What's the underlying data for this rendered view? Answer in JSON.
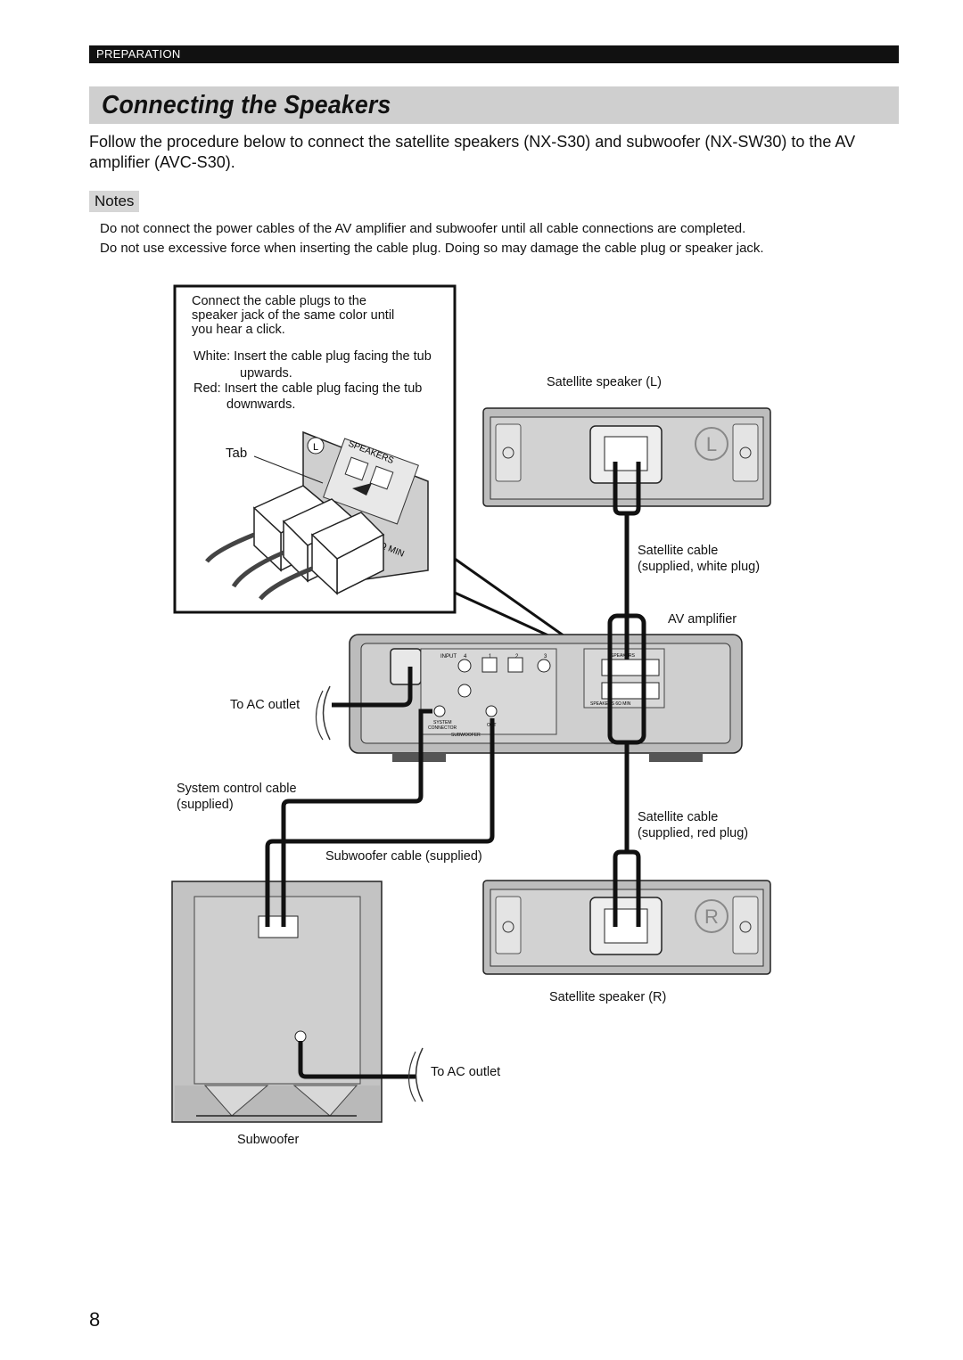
{
  "header": {
    "section": "PREPARATION",
    "title": "Connecting the Speakers"
  },
  "intro": "Follow the procedure below to connect the satellite speakers (NX-S30) and subwoofer (NX-SW30) to the AV amplifier (AVC-S30).",
  "notes": {
    "label": "Notes",
    "items": [
      "Do not connect the power cables of the AV amplifier and subwoofer until all cable connections are completed.",
      "Do not use excessive force when inserting the cable plug. Doing so may damage the cable plug or speaker jack."
    ]
  },
  "callout": {
    "line1": "Connect the cable plugs to the",
    "line2": "speaker jack of the same color until",
    "line3": "you hear a click.",
    "white_1": "White:  Insert the cable plug facing the tub",
    "white_2": "upwards.",
    "red_1": "Red:  Insert the cable plug facing the tub",
    "red_2": "downwards.",
    "tab_label": "Tab",
    "jack_label": "SPEAKERS",
    "jack_sub": "6Ω MIN"
  },
  "labels": {
    "sat_left": "Satellite speaker (L)",
    "sat_cable_white_1": "Satellite cable",
    "sat_cable_white_2": "(supplied, white plug)",
    "av_amp": "AV amplifier",
    "ac_outlet_1": "To AC outlet",
    "sys_cable_1": "System control cable",
    "sys_cable_2": "(supplied)",
    "sat_cable_red_1": "Satellite cable",
    "sat_cable_red_2": "(supplied, red plug)",
    "sub_cable": "Subwoofer cable (supplied)",
    "sat_right": "Satellite speaker (R)",
    "ac_outlet_2": "To AC outlet",
    "subwoofer": "Subwoofer"
  },
  "panel": {
    "input": "INPUT",
    "in4": "4",
    "in1": "1",
    "in2": "2",
    "in3": "3",
    "speakers": "SPEAKERS",
    "system": "SYSTEM",
    "connector": "CONNECTOR",
    "out": "OUT",
    "subwoofer": "SUBWOOFER",
    "spk_min": "SPEAKERS 6Ω MIN",
    "badge_l": "L",
    "badge_r": "R"
  },
  "page_number": "8"
}
